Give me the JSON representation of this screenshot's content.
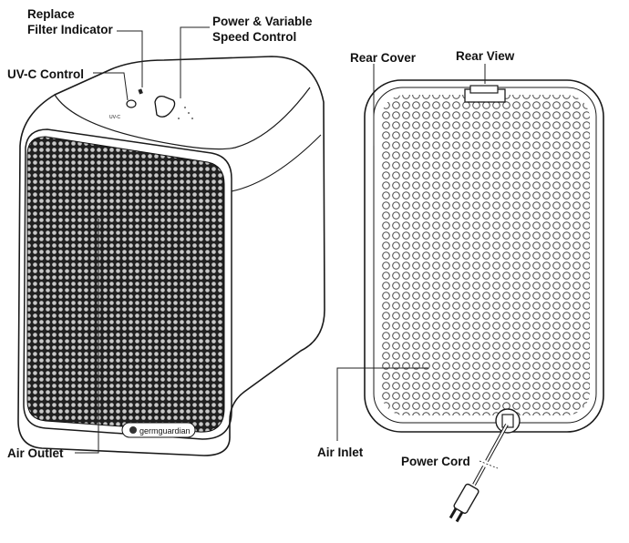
{
  "labels": {
    "replace_filter_line1": "Replace",
    "replace_filter_line2": "Filter Indicator",
    "power_line1": "Power & Variable",
    "power_line2": "Speed Control",
    "uvc": "UV-C Control",
    "air_outlet": "Air Outlet",
    "rear_cover": "Rear Cover",
    "rear_view": "Rear View",
    "air_inlet": "Air Inlet",
    "power_cord": "Power Cord"
  },
  "logo": {
    "text": "germguardian"
  },
  "colors": {
    "line": "#1a1a1a",
    "grille": "#2b2b2b",
    "background": "#ffffff"
  }
}
